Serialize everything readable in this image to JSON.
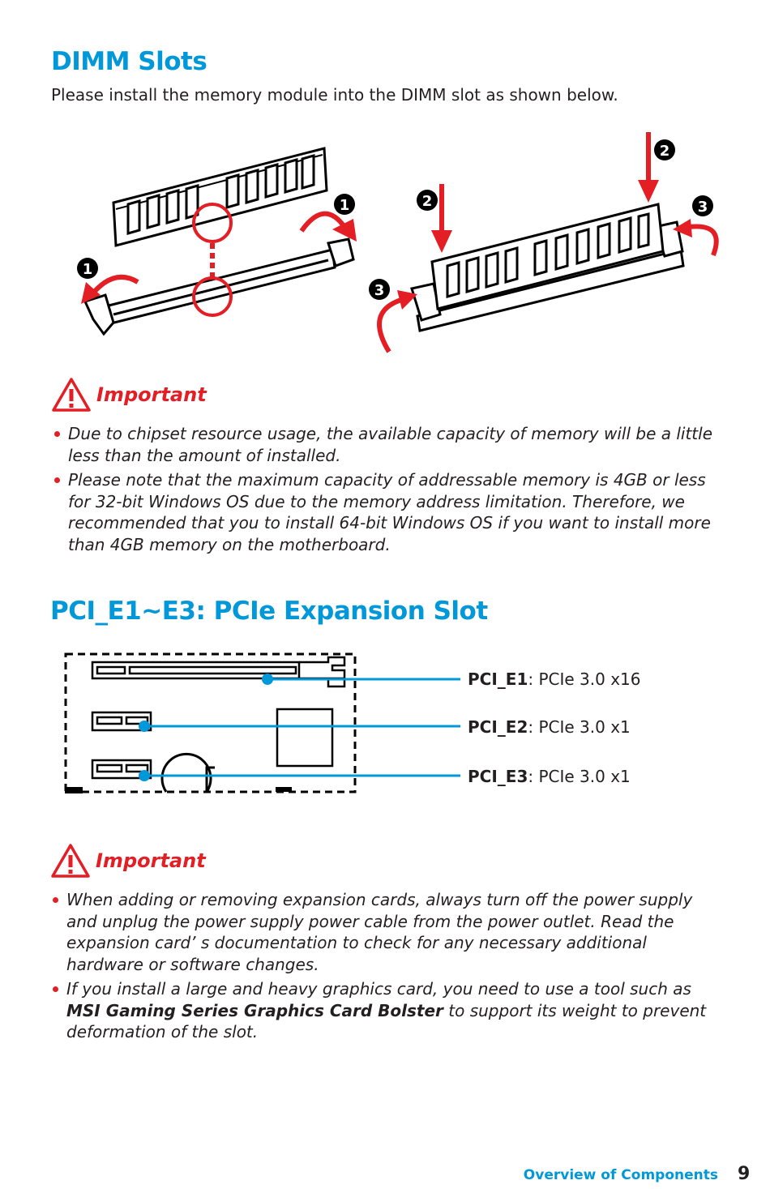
{
  "dimm": {
    "title": "DIMM Slots",
    "intro": "Please install the memory module into the DIMM slot as shown below.",
    "steps": {
      "one": "1",
      "two": "2",
      "three": "3"
    }
  },
  "important1": {
    "title": "Important",
    "items": [
      "Due to chipset resource usage, the available capacity of memory will be a little less than the amount of installed.",
      "Please note that the maximum capacity of addressable memory is 4GB or less for 32-bit Windows OS due to the memory address limitation. Therefore, we recommended that you to install 64-bit Windows OS if you want to install more than 4GB memory on the motherboard."
    ]
  },
  "pcie": {
    "title": "PCI_E1~E3: PCIe Expansion Slot",
    "slots": [
      {
        "name": "PCI_E1",
        "desc": ": PCIe 3.0 x16"
      },
      {
        "name": "PCI_E2",
        "desc": ": PCIe 3.0 x1"
      },
      {
        "name": "PCI_E3",
        "desc": ": PCIe 3.0 x1"
      }
    ]
  },
  "important2": {
    "title": "Important",
    "item1": "When adding or removing expansion cards, always turn off the power supply and unplug the power supply power cable from the power outlet. Read the expansion card’ s documentation to check for any necessary additional hardware or software changes.",
    "item2_pre": "If you install a large and heavy graphics card, you need to use a tool such as ",
    "item2_bold": "MSI Gaming Series Graphics Card Bolster",
    "item2_post": " to support its weight to prevent deformation of the slot."
  },
  "footer": {
    "section": "Overview of Components",
    "page": "9"
  },
  "colors": {
    "heading": "#0098d8",
    "accent_red": "#e31e24",
    "text": "#231f20"
  }
}
